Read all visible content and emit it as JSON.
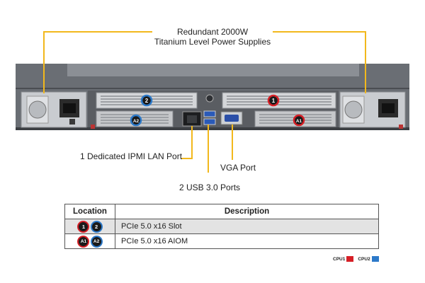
{
  "callouts": {
    "psu_line1": "Redundant 2000W",
    "psu_line2": "Titanium Level Power Supplies",
    "ipmi": "1 Dedicated IPMI LAN Port",
    "vga": "VGA Port",
    "usb": "2 USB 3.0 Ports"
  },
  "slot_markers": {
    "slot1": "1",
    "slot2": "2",
    "aiom1": "A1",
    "aiom2": "A2"
  },
  "legend_table": {
    "headers": {
      "location": "Location",
      "description": "Description"
    },
    "rows": [
      {
        "markers": [
          "1",
          "2"
        ],
        "description": "PCIe 5.0 x16 Slot"
      },
      {
        "markers": [
          "A1",
          "A2"
        ],
        "description": "PCIe 5.0 x16 AIOM"
      }
    ]
  },
  "cpu_key": {
    "cpu1_label": "CPU1",
    "cpu2_label": "CPU2"
  },
  "colors": {
    "cpu1": "#d61f26",
    "cpu2": "#2c79c9",
    "callout_line": "#f2b81c",
    "chassis": "#5f6369"
  }
}
